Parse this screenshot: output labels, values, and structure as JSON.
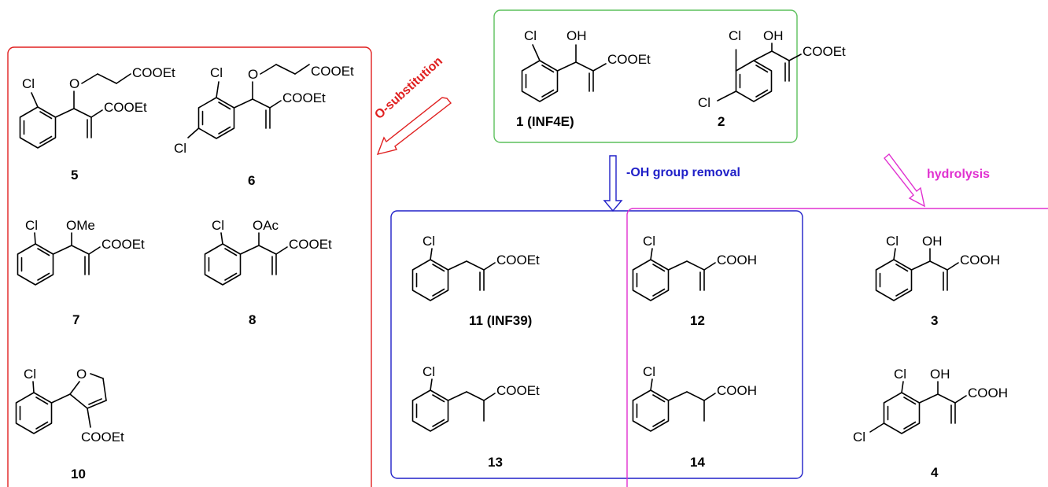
{
  "colors": {
    "start_box": "#5cc05c",
    "o_sub": "#e02020",
    "oh_removal": "#2020c8",
    "hydrolysis": "#e030d0",
    "bond": "#000000"
  },
  "arrows": {
    "o_substitution": "O-substitution",
    "oh_removal": "-OH group removal",
    "hydrolysis": "hydrolysis"
  },
  "atoms": {
    "cl": "Cl",
    "oh": "OH",
    "o": "O",
    "ome": "OMe",
    "oac": "OAc",
    "cooet": "COOEt",
    "cooh": "COOH"
  },
  "compounds": {
    "c1": "1 (INF4E)",
    "c2": "2",
    "c3": "3",
    "c4": "4",
    "c5": "5",
    "c6": "6",
    "c7": "7",
    "c8": "8",
    "c10": "10",
    "c11": "11 (INF39)",
    "c12": "12",
    "c13": "13",
    "c14": "14"
  }
}
